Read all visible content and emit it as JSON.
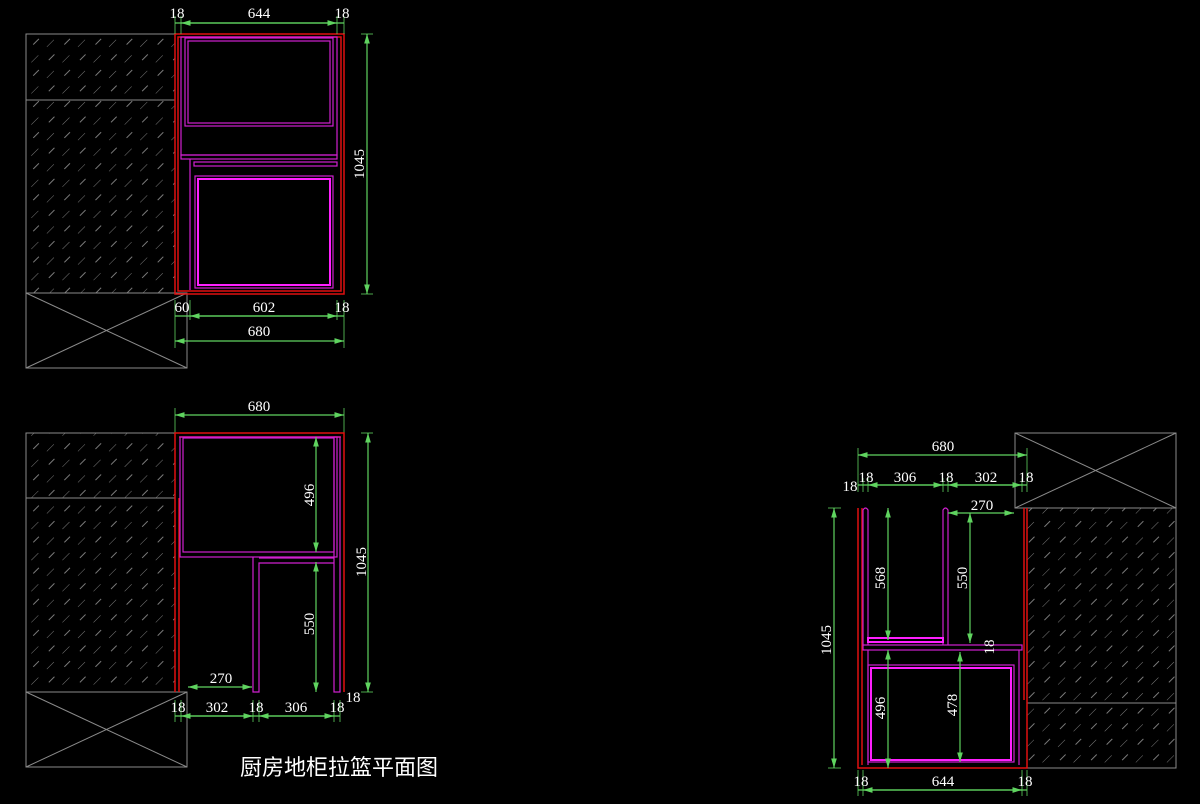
{
  "title": "厨房地柜拉篮平面图",
  "colors": {
    "cabinet": "#e01010",
    "basket": "#d020d0",
    "dimension": "#5fd35f",
    "wall": "#8a8a8a"
  },
  "top_left": {
    "top_dims": [
      "18",
      "644",
      "18"
    ],
    "height": "1045",
    "bottom_dims": [
      "60",
      "602",
      "18"
    ],
    "overall_width": "680"
  },
  "bottom_left": {
    "overall_width": "680",
    "upper_depth": "496",
    "lower_depth": "550",
    "height": "1045",
    "opening": "270",
    "bottom_dims": [
      "18",
      "302",
      "18",
      "306",
      "18"
    ],
    "side_thickness": "18"
  },
  "right": {
    "overall_width": "680",
    "top_dims": [
      "18",
      "18",
      "306",
      "18",
      "302",
      "18"
    ],
    "opening": "270",
    "left_depth": "568",
    "right_depth": "550",
    "shelf_thickness": "18",
    "height": "1045",
    "lower_depth": "496",
    "basket_depth": "478",
    "bottom_dims": [
      "18",
      "644",
      "18"
    ]
  }
}
